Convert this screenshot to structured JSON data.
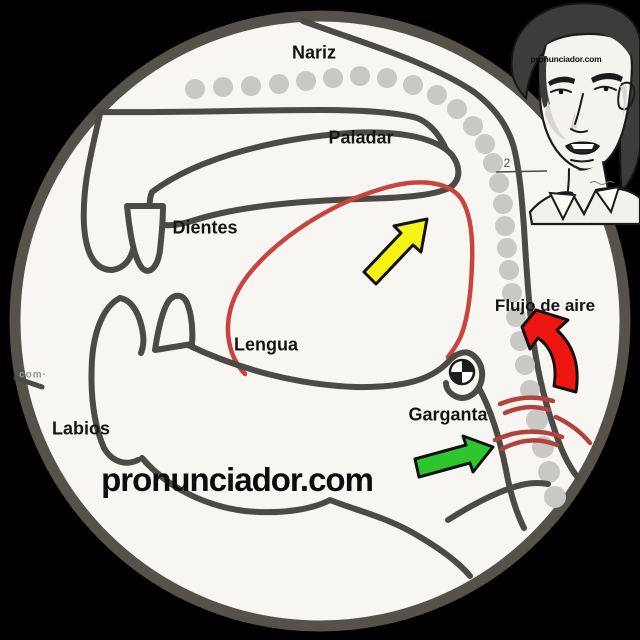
{
  "diagram": {
    "labels": {
      "nariz": "Nariz",
      "paladar": "Paladar",
      "dientes": "Dientes",
      "lengua": "Lengua",
      "labios": "Labios",
      "garganta": "Garganta",
      "flujo_de_aire": "Flujo de aire"
    },
    "watermark": "pronunciador.com",
    "edge_mark": "com·",
    "annotation_2": "2",
    "colors": {
      "background": "#000000",
      "canvas": "#f7f6f2",
      "outline_gray": "#4b4a46",
      "airflow_dots": "#c9c8c5",
      "tongue_red": "#c8453f",
      "vocal_folds_red": "#b2423d",
      "arrow_yellow": "#f7f315",
      "arrow_green": "#2ec62e",
      "arrow_red": "#ef1511"
    }
  },
  "portrait": {
    "forehead_watermark": "pronunciador.com"
  }
}
